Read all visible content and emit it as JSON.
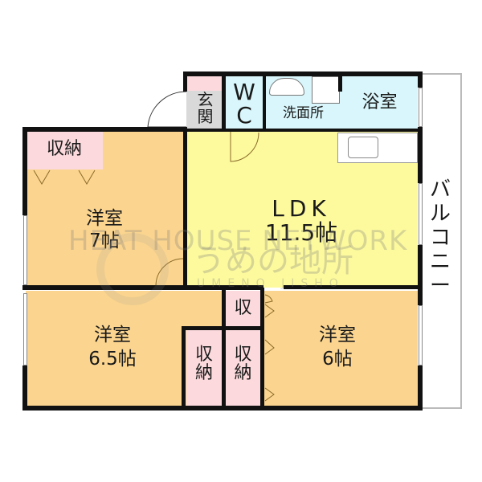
{
  "floor_plan": {
    "colors": {
      "wall": "#111111",
      "western_room": "#fbd58f",
      "ldk": "#fdfa9e",
      "wet_area": "#d8f6fb",
      "storage": "#fbd9dc",
      "entrance": "#d9d9d9",
      "balcony": "#ffffff"
    },
    "rooms": {
      "entrance": {
        "label": "玄\n関"
      },
      "wc": {
        "label": "W\nC"
      },
      "washroom": {
        "label": "洗面所"
      },
      "bathroom": {
        "label": "浴室"
      },
      "storage_top": {
        "label": "収納"
      },
      "western_7": {
        "name": "洋室",
        "size": "7帖"
      },
      "ldk": {
        "name": "LDK",
        "size": "11.5帖"
      },
      "western_65": {
        "name": "洋室",
        "size": "6.5帖"
      },
      "western_6": {
        "name": "洋室",
        "size": "6帖"
      },
      "storage_small": {
        "label": "収"
      },
      "storage_left": {
        "label": "収\n納"
      },
      "storage_right": {
        "label": "収\n納"
      },
      "balcony": {
        "label": "バ\nル\nコ\nニ\nー"
      }
    },
    "watermark": {
      "line1": "HEAT HOUSE NETWORK",
      "line2": "うめの地所",
      "line3": "UMENO JISHO"
    }
  }
}
